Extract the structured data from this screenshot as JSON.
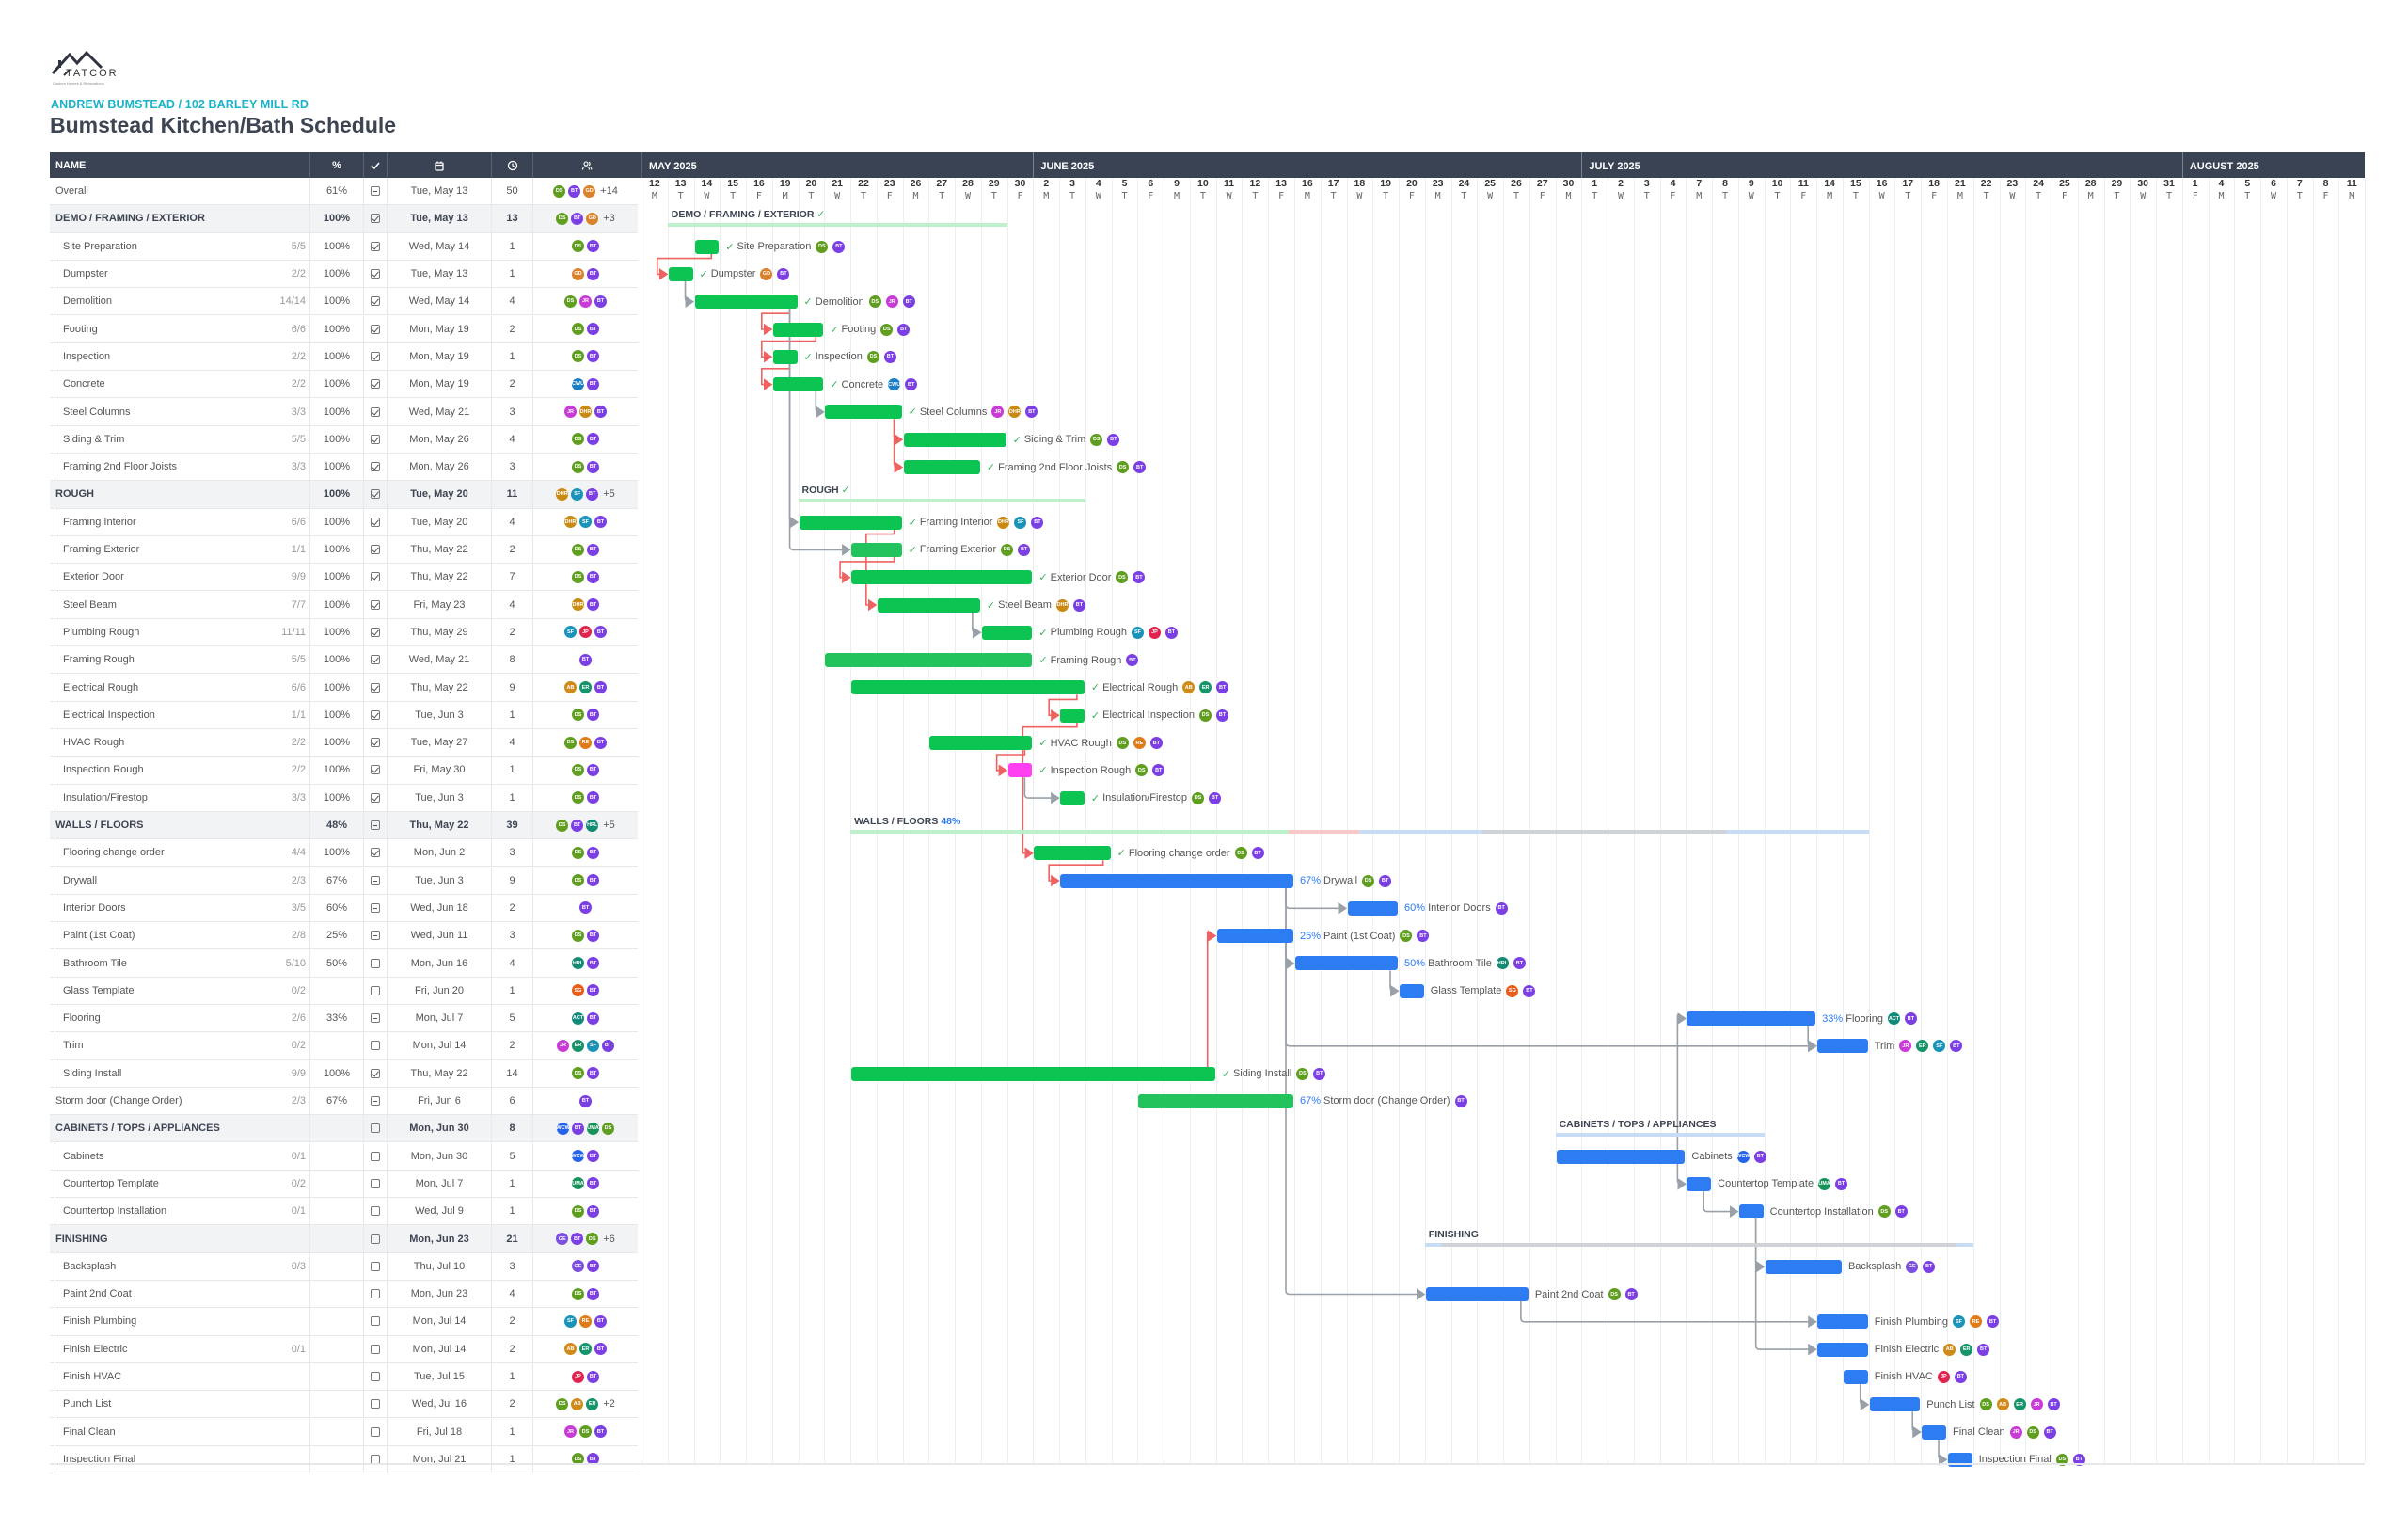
{
  "logo": {
    "name": "TATCOR",
    "tagline": "Custom Homes & Renovations"
  },
  "header": {
    "subtitle": "ANDREW BUMSTEAD / 102 BARLEY MILL RD",
    "title": "Bumstead Kitchen/Bath Schedule"
  },
  "columns": {
    "name": "NAME",
    "pct": "%",
    "check": "check-icon",
    "date": "calendar-icon",
    "duration": "clock-icon",
    "assignees": "people-icon"
  },
  "colors": {
    "done": "#0cc451",
    "progress": "#2d7cf2",
    "critical": "#f06262",
    "link": "#9aa0a8",
    "header_bg": "#3a4354",
    "accent": "#19b3c9"
  },
  "avatar_colors": {
    "DS": "#5f9e1e",
    "BT": "#7b3fe4",
    "GD": "#d9822b",
    "JR": "#c93bd6",
    "CWU": "#1a7fc4",
    "DHR": "#c98a12",
    "SF": "#1a93b8",
    "JP": "#e0244d",
    "AB": "#d08a1a",
    "ER": "#16946b",
    "RE": "#e07b1a",
    "HRL": "#138a72",
    "SG": "#e85d1a",
    "ACT": "#128a7a",
    "WCW": "#2563eb",
    "UMA": "#17935a",
    "GE": "#7b4fe0"
  },
  "timeline": {
    "months": [
      {
        "label": "MAY 2025",
        "key": "May",
        "days": [
          "12",
          "13",
          "14",
          "15",
          "16",
          "19",
          "20",
          "21",
          "22",
          "23",
          "26",
          "27",
          "28",
          "29",
          "30"
        ],
        "weekdays": "MTWTFMTWTFMTWTF"
      },
      {
        "label": "JUNE 2025",
        "key": "Jun",
        "days": [
          "2",
          "3",
          "4",
          "5",
          "6",
          "9",
          "10",
          "11",
          "12",
          "13",
          "16",
          "17",
          "18",
          "19",
          "20",
          "23",
          "24",
          "25",
          "26",
          "27",
          "30"
        ],
        "weekdays": "MTWTFMTWTFMTWTFMTWTFM"
      },
      {
        "label": "JULY 2025",
        "key": "Jul",
        "days": [
          "1",
          "2",
          "3",
          "4",
          "7",
          "8",
          "9",
          "10",
          "11",
          "14",
          "15",
          "16",
          "17",
          "18",
          "21",
          "22",
          "23",
          "24",
          "25",
          "28",
          "29",
          "30",
          "31"
        ],
        "weekdays": "TWTFMTWTFMTWTFMTWTFMTWT"
      },
      {
        "label": "AUGUST 2025",
        "key": "Aug",
        "days": [
          "1",
          "4",
          "5",
          "6",
          "7",
          "8",
          "11"
        ],
        "weekdays": "FMTWTFM"
      }
    ]
  },
  "rows": [
    {
      "type": "overall",
      "name": "Overall",
      "pct": "61%",
      "check": "partial",
      "date": "Tue, May 13",
      "dur": "50",
      "avatars": [
        "DS",
        "BT",
        "GD"
      ],
      "more": "+14"
    },
    {
      "type": "group",
      "name": "DEMO / FRAMING / EXTERIOR",
      "pct": "100%",
      "check": "checked",
      "date": "Tue, May 13",
      "dur": "13",
      "avatars": [
        "DS",
        "BT",
        "GD"
      ],
      "more": "+3",
      "status": "✓"
    },
    {
      "type": "task",
      "name": "Site Preparation",
      "count": "5/5",
      "pct": "100%",
      "check": "checked",
      "date": "Wed, May 14",
      "dur": "1",
      "avatars": [
        "DS",
        "BT"
      ],
      "bar": "done"
    },
    {
      "type": "task",
      "name": "Dumpster",
      "count": "2/2",
      "pct": "100%",
      "check": "checked",
      "date": "Tue, May 13",
      "dur": "1",
      "avatars": [
        "GD",
        "BT"
      ],
      "bar": "done"
    },
    {
      "type": "task",
      "name": "Demolition",
      "count": "14/14",
      "pct": "100%",
      "check": "checked",
      "date": "Wed, May 14",
      "dur": "4",
      "avatars": [
        "DS",
        "JR",
        "BT"
      ],
      "bar": "done"
    },
    {
      "type": "task",
      "name": "Footing",
      "count": "6/6",
      "pct": "100%",
      "check": "checked",
      "date": "Mon, May 19",
      "dur": "2",
      "avatars": [
        "DS",
        "BT"
      ],
      "bar": "done"
    },
    {
      "type": "task",
      "name": "Inspection",
      "count": "2/2",
      "pct": "100%",
      "check": "checked",
      "date": "Mon, May 19",
      "dur": "1",
      "avatars": [
        "DS",
        "BT"
      ],
      "bar": "done"
    },
    {
      "type": "task",
      "name": "Concrete",
      "count": "2/2",
      "pct": "100%",
      "check": "checked",
      "date": "Mon, May 19",
      "dur": "2",
      "avatars": [
        "CWU",
        "BT"
      ],
      "bar": "done"
    },
    {
      "type": "task",
      "name": "Steel Columns",
      "count": "3/3",
      "pct": "100%",
      "check": "checked",
      "date": "Wed, May 21",
      "dur": "3",
      "avatars": [
        "JR",
        "DHR",
        "BT"
      ],
      "bar": "done"
    },
    {
      "type": "task",
      "name": "Siding & Trim",
      "count": "5/5",
      "pct": "100%",
      "check": "checked",
      "date": "Mon, May 26",
      "dur": "4",
      "avatars": [
        "DS",
        "BT"
      ],
      "bar": "done"
    },
    {
      "type": "task",
      "name": "Framing 2nd Floor Joists",
      "count": "3/3",
      "pct": "100%",
      "check": "checked",
      "date": "Mon, May 26",
      "dur": "3",
      "avatars": [
        "DS",
        "BT"
      ],
      "bar": "done"
    },
    {
      "type": "group",
      "name": "ROUGH",
      "pct": "100%",
      "check": "checked",
      "date": "Tue, May 20",
      "dur": "11",
      "avatars": [
        "DHR",
        "SF",
        "BT"
      ],
      "more": "+5",
      "status": "✓"
    },
    {
      "type": "task",
      "name": "Framing Interior",
      "count": "6/6",
      "pct": "100%",
      "check": "checked",
      "date": "Tue, May 20",
      "dur": "4",
      "avatars": [
        "DHR",
        "SF",
        "BT"
      ],
      "bar": "done"
    },
    {
      "type": "task",
      "name": "Framing Exterior",
      "count": "1/1",
      "pct": "100%",
      "check": "checked",
      "date": "Thu, May 22",
      "dur": "2",
      "avatars": [
        "DS",
        "BT"
      ],
      "bar": "done2"
    },
    {
      "type": "task",
      "name": "Exterior Door",
      "count": "9/9",
      "pct": "100%",
      "check": "checked",
      "date": "Thu, May 22",
      "dur": "7",
      "avatars": [
        "DS",
        "BT"
      ],
      "bar": "done"
    },
    {
      "type": "task",
      "name": "Steel Beam",
      "count": "7/7",
      "pct": "100%",
      "check": "checked",
      "date": "Fri, May 23",
      "dur": "4",
      "avatars": [
        "DHR",
        "BT"
      ],
      "bar": "done"
    },
    {
      "type": "task",
      "name": "Plumbing Rough",
      "count": "11/11",
      "pct": "100%",
      "check": "checked",
      "date": "Thu, May 29",
      "dur": "2",
      "avatars": [
        "SF",
        "JP",
        "BT"
      ],
      "bar": "done"
    },
    {
      "type": "task",
      "name": "Framing Rough",
      "count": "5/5",
      "pct": "100%",
      "check": "checked",
      "date": "Wed, May 21",
      "dur": "8",
      "avatars": [
        "BT"
      ],
      "bar": "done2"
    },
    {
      "type": "task",
      "name": "Electrical Rough",
      "count": "6/6",
      "pct": "100%",
      "check": "checked",
      "date": "Thu, May 22",
      "dur": "9",
      "avatars": [
        "AB",
        "ER",
        "BT"
      ],
      "bar": "done"
    },
    {
      "type": "task",
      "name": "Electrical Inspection",
      "count": "1/1",
      "pct": "100%",
      "check": "checked",
      "date": "Tue, Jun 3",
      "dur": "1",
      "avatars": [
        "DS",
        "BT"
      ],
      "bar": "done"
    },
    {
      "type": "task",
      "name": "HVAC Rough",
      "count": "2/2",
      "pct": "100%",
      "check": "checked",
      "date": "Tue, May 27",
      "dur": "4",
      "avatars": [
        "DS",
        "RE",
        "BT"
      ],
      "bar": "done"
    },
    {
      "type": "task",
      "name": "Inspection Rough",
      "count": "2/2",
      "pct": "100%",
      "check": "checked",
      "date": "Fri, May 30",
      "dur": "1",
      "avatars": [
        "DS",
        "BT"
      ],
      "bar": "magenta"
    },
    {
      "type": "task",
      "name": "Insulation/Firestop",
      "count": "3/3",
      "pct": "100%",
      "check": "checked",
      "date": "Tue, Jun 3",
      "dur": "1",
      "avatars": [
        "DS",
        "BT"
      ],
      "bar": "done"
    },
    {
      "type": "group",
      "name": "WALLS / FLOORS",
      "pct": "48%",
      "check": "partial",
      "date": "Thu, May 22",
      "dur": "39",
      "avatars": [
        "DS",
        "BT",
        "HRL"
      ],
      "more": "+5",
      "status": "48%"
    },
    {
      "type": "task",
      "name": "Flooring change order",
      "count": "4/4",
      "pct": "100%",
      "check": "checked",
      "date": "Mon, Jun 2",
      "dur": "3",
      "avatars": [
        "DS",
        "BT"
      ],
      "bar": "done"
    },
    {
      "type": "task",
      "name": "Drywall",
      "count": "2/3",
      "pct": "67%",
      "check": "partial",
      "date": "Tue, Jun 3",
      "dur": "9",
      "avatars": [
        "DS",
        "BT"
      ],
      "bar": "progress"
    },
    {
      "type": "task",
      "name": "Interior Doors",
      "count": "3/5",
      "pct": "60%",
      "check": "partial",
      "date": "Wed, Jun 18",
      "dur": "2",
      "avatars": [
        "BT"
      ],
      "bar": "progress"
    },
    {
      "type": "task",
      "name": "Paint (1st Coat)",
      "count": "2/8",
      "pct": "25%",
      "check": "partial",
      "date": "Wed, Jun 11",
      "dur": "3",
      "avatars": [
        "DS",
        "BT"
      ],
      "bar": "progress"
    },
    {
      "type": "task",
      "name": "Bathroom Tile",
      "count": "5/10",
      "pct": "50%",
      "check": "partial",
      "date": "Mon, Jun 16",
      "dur": "4",
      "avatars": [
        "HRL",
        "BT"
      ],
      "bar": "progress"
    },
    {
      "type": "task",
      "name": "Glass Template",
      "count": "0/2",
      "pct": "",
      "check": "empty",
      "date": "Fri, Jun 20",
      "dur": "1",
      "avatars": [
        "SG",
        "BT"
      ],
      "bar": "todo"
    },
    {
      "type": "task",
      "name": "Flooring",
      "count": "2/6",
      "pct": "33%",
      "check": "partial",
      "date": "Mon, Jul 7",
      "dur": "5",
      "avatars": [
        "ACT",
        "BT"
      ],
      "bar": "progress"
    },
    {
      "type": "task",
      "name": "Trim",
      "count": "0/2",
      "pct": "",
      "check": "empty",
      "date": "Mon, Jul 14",
      "dur": "2",
      "avatars": [
        "JR",
        "ER",
        "SF",
        "BT"
      ],
      "bar": "todo"
    },
    {
      "type": "task",
      "name": "Siding Install",
      "count": "9/9",
      "pct": "100%",
      "check": "checked",
      "date": "Thu, May 22",
      "dur": "14",
      "avatars": [
        "DS",
        "BT"
      ],
      "bar": "done"
    },
    {
      "type": "top",
      "name": "Storm door (Change Order)",
      "count": "2/3",
      "pct": "67%",
      "check": "partial",
      "date": "Fri, Jun 6",
      "dur": "6",
      "avatars": [
        "BT"
      ],
      "bar": "done2",
      "prefix": "67%"
    },
    {
      "type": "group",
      "name": "CABINETS / TOPS / APPLIANCES",
      "pct": "",
      "check": "empty",
      "date": "Mon, Jun 30",
      "dur": "8",
      "avatars": [
        "WCW",
        "BT",
        "UMA",
        "DS"
      ],
      "status": ""
    },
    {
      "type": "task",
      "name": "Cabinets",
      "count": "0/1",
      "pct": "",
      "check": "empty",
      "date": "Mon, Jun 30",
      "dur": "5",
      "avatars": [
        "WCW",
        "BT"
      ],
      "bar": "todo"
    },
    {
      "type": "task",
      "name": "Countertop Template",
      "count": "0/2",
      "pct": "",
      "check": "empty",
      "date": "Mon, Jul 7",
      "dur": "1",
      "avatars": [
        "UMA",
        "BT"
      ],
      "bar": "todo"
    },
    {
      "type": "task",
      "name": "Countertop Installation",
      "count": "0/1",
      "pct": "",
      "check": "empty",
      "date": "Wed, Jul 9",
      "dur": "1",
      "avatars": [
        "DS",
        "BT"
      ],
      "bar": "todo"
    },
    {
      "type": "group",
      "name": "FINISHING",
      "pct": "",
      "check": "empty",
      "date": "Mon, Jun 23",
      "dur": "21",
      "avatars": [
        "GE",
        "BT",
        "DS"
      ],
      "more": "+6",
      "status": ""
    },
    {
      "type": "task",
      "name": "Backsplash",
      "count": "0/3",
      "pct": "",
      "check": "empty",
      "date": "Thu, Jul 10",
      "dur": "3",
      "avatars": [
        "GE",
        "BT"
      ],
      "bar": "todo"
    },
    {
      "type": "task",
      "name": "Paint 2nd Coat",
      "count": "",
      "pct": "",
      "check": "empty",
      "date": "Mon, Jun 23",
      "dur": "4",
      "avatars": [
        "DS",
        "BT"
      ],
      "bar": "todo"
    },
    {
      "type": "task",
      "name": "Finish Plumbing",
      "count": "",
      "pct": "",
      "check": "empty",
      "date": "Mon, Jul 14",
      "dur": "2",
      "avatars": [
        "SF",
        "RE",
        "BT"
      ],
      "bar": "todo"
    },
    {
      "type": "task",
      "name": "Finish Electric",
      "count": "0/1",
      "pct": "",
      "check": "empty",
      "date": "Mon, Jul 14",
      "dur": "2",
      "avatars": [
        "AB",
        "ER",
        "BT"
      ],
      "bar": "todo"
    },
    {
      "type": "task",
      "name": "Finish HVAC",
      "count": "",
      "pct": "",
      "check": "empty",
      "date": "Tue, Jul 15",
      "dur": "1",
      "avatars": [
        "JP",
        "BT"
      ],
      "bar": "todo"
    },
    {
      "type": "task",
      "name": "Punch List",
      "count": "",
      "pct": "",
      "check": "empty",
      "date": "Wed, Jul 16",
      "dur": "2",
      "avatars": [
        "DS",
        "AB",
        "ER",
        "JR",
        "BT"
      ],
      "table_more": "+2",
      "bar": "todo"
    },
    {
      "type": "task",
      "name": "Final Clean",
      "count": "",
      "pct": "",
      "check": "empty",
      "date": "Fri, Jul 18",
      "dur": "1",
      "avatars": [
        "JR",
        "DS",
        "BT"
      ],
      "bar": "todo"
    },
    {
      "type": "task",
      "name": "Inspection Final",
      "count": "",
      "pct": "",
      "check": "empty",
      "date": "Mon, Jul 21",
      "dur": "1",
      "avatars": [
        "DS",
        "BT"
      ],
      "bar": "todo"
    }
  ],
  "dependencies": [
    [
      2,
      3,
      "critical"
    ],
    [
      3,
      4,
      "link"
    ],
    [
      4,
      5,
      "critical"
    ],
    [
      5,
      6,
      "critical"
    ],
    [
      6,
      7,
      "critical"
    ],
    [
      7,
      8,
      "link"
    ],
    [
      8,
      9,
      "critical"
    ],
    [
      8,
      10,
      "critical"
    ],
    [
      4,
      12,
      "link"
    ],
    [
      4,
      13,
      "link"
    ],
    [
      13,
      14,
      "critical"
    ],
    [
      12,
      15,
      "critical"
    ],
    [
      15,
      16,
      "link"
    ],
    [
      18,
      19,
      "critical"
    ],
    [
      20,
      21,
      "critical"
    ],
    [
      21,
      22,
      "link"
    ],
    [
      19,
      24,
      "critical"
    ],
    [
      24,
      25,
      "critical"
    ],
    [
      25,
      26,
      "link"
    ],
    [
      32,
      27,
      "critical"
    ],
    [
      27,
      28,
      "link"
    ],
    [
      28,
      29,
      "link"
    ],
    [
      25,
      31,
      "link"
    ],
    [
      30,
      31,
      "link"
    ],
    [
      35,
      30,
      "link"
    ],
    [
      35,
      36,
      "link"
    ],
    [
      36,
      37,
      "link"
    ],
    [
      37,
      39,
      "link"
    ],
    [
      25,
      40,
      "link"
    ],
    [
      40,
      41,
      "link"
    ],
    [
      37,
      42,
      "link"
    ],
    [
      43,
      44,
      "link"
    ],
    [
      44,
      45,
      "link"
    ],
    [
      45,
      46,
      "link"
    ]
  ]
}
